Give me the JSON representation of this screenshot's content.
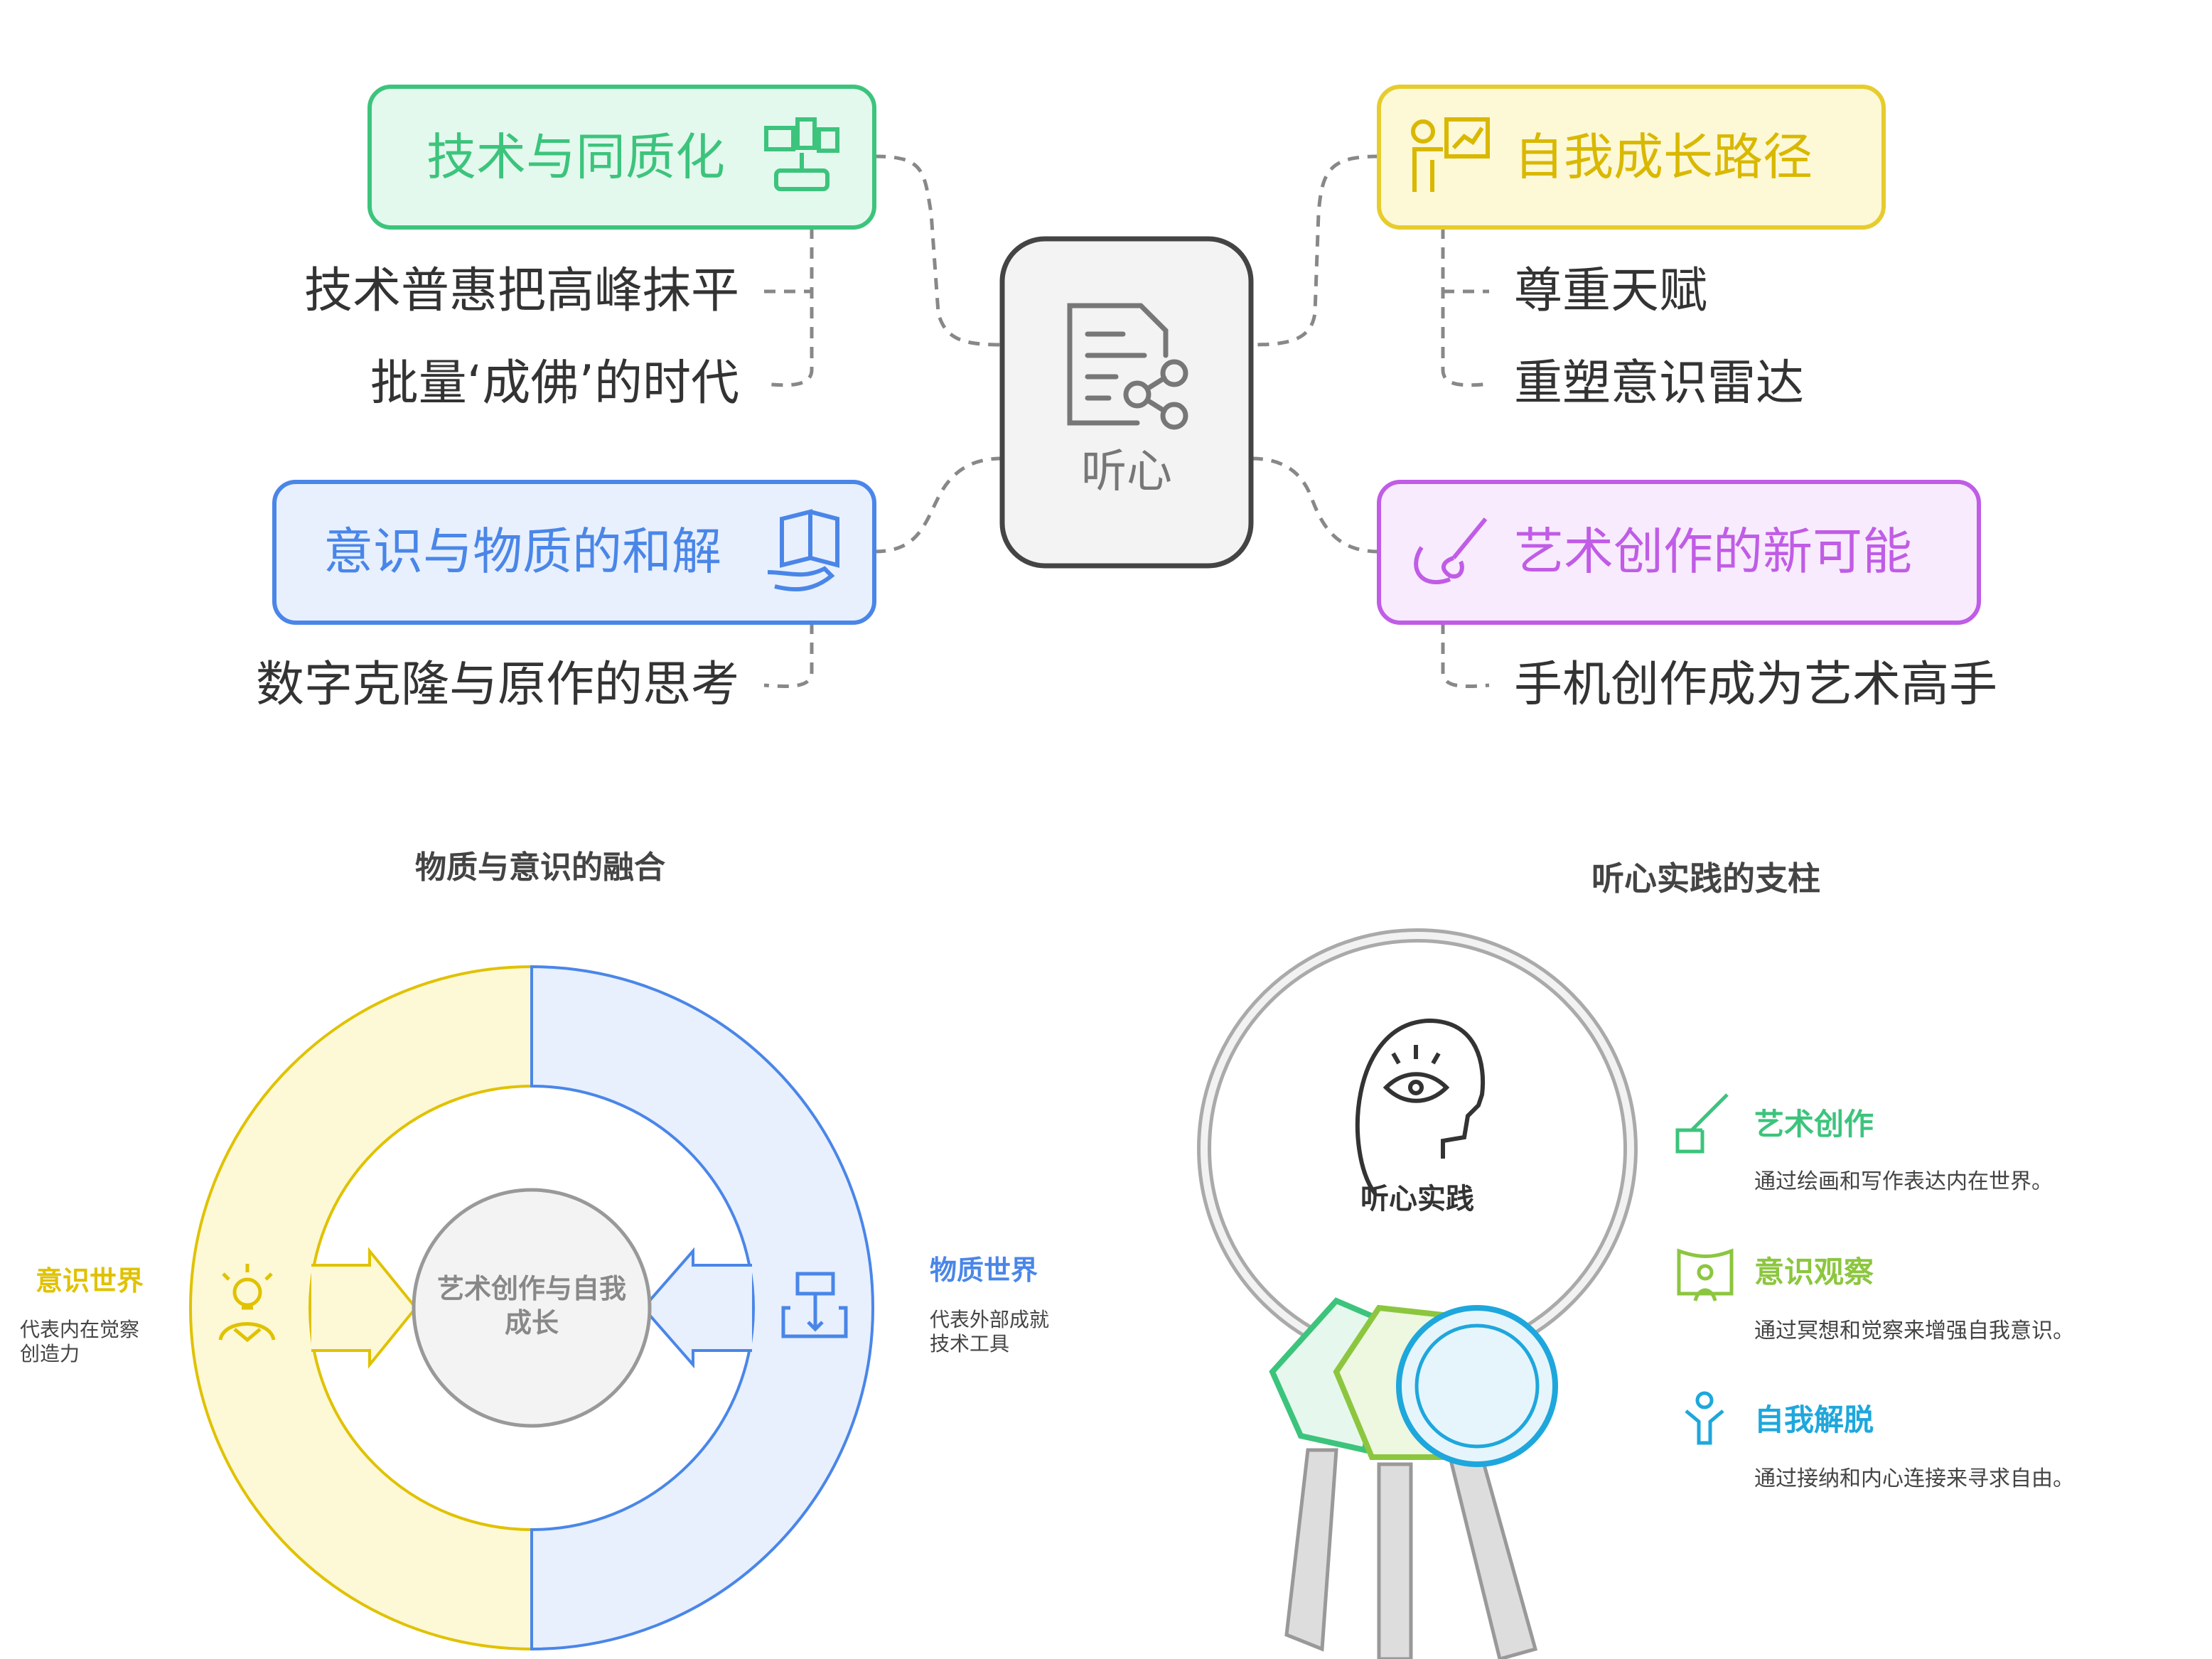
{
  "mindmap": {
    "center": {
      "label": "听心",
      "icon": "document-share-icon"
    },
    "branches": [
      {
        "title": "技术与同质化",
        "icon": "network-devices-icon",
        "color": "#3cc47c",
        "bg": "#e4f9ee",
        "children": [
          "技术普惠把高峰抹平",
          "批量‘成佛’的时代"
        ]
      },
      {
        "title": "自我成长路径",
        "icon": "presenter-chart-icon",
        "color": "#e6cc2e",
        "bg": "#fdf8d6",
        "children": [
          "尊重天赋",
          "重塑意识雷达"
        ]
      },
      {
        "title": "意识与物质的和解",
        "icon": "open-book-hand-icon",
        "color": "#4a86e8",
        "bg": "#e8f0fe",
        "children": [
          "数字克隆与原作的思考"
        ]
      },
      {
        "title": "艺术创作的新可能",
        "icon": "paintbrush-icon",
        "color": "#c05ce6",
        "bg": "#f8ebfd",
        "children": [
          "手机创作成为艺术高手"
        ]
      }
    ]
  },
  "fusion": {
    "title": "物质与意识的融合",
    "center": [
      "艺术创作与自我",
      "成长"
    ],
    "left": {
      "title": "意识世界",
      "desc": [
        "代表内在觉察",
        "创造力"
      ],
      "color": "#e0c200"
    },
    "right": {
      "title": "物质世界",
      "desc": [
        "代表外部成就",
        "技术工具"
      ],
      "color": "#4a86e8"
    }
  },
  "pillars": {
    "title": "听心实践的支柱",
    "ring_label": "听心实践",
    "items": [
      {
        "title": "艺术创作",
        "desc": "通过绘画和写作表达内在世界。",
        "color": "#3cc47c",
        "icon": "paint-canvas-icon"
      },
      {
        "title": "意识观察",
        "desc": "通过冥想和觉察来增强自我意识。",
        "color": "#8cc63f",
        "icon": "person-screen-icon"
      },
      {
        "title": "自我解脱",
        "desc": "通过接纳和内心连接来寻求自由。",
        "color": "#1ea7dc",
        "icon": "person-arms-up-icon"
      }
    ]
  }
}
